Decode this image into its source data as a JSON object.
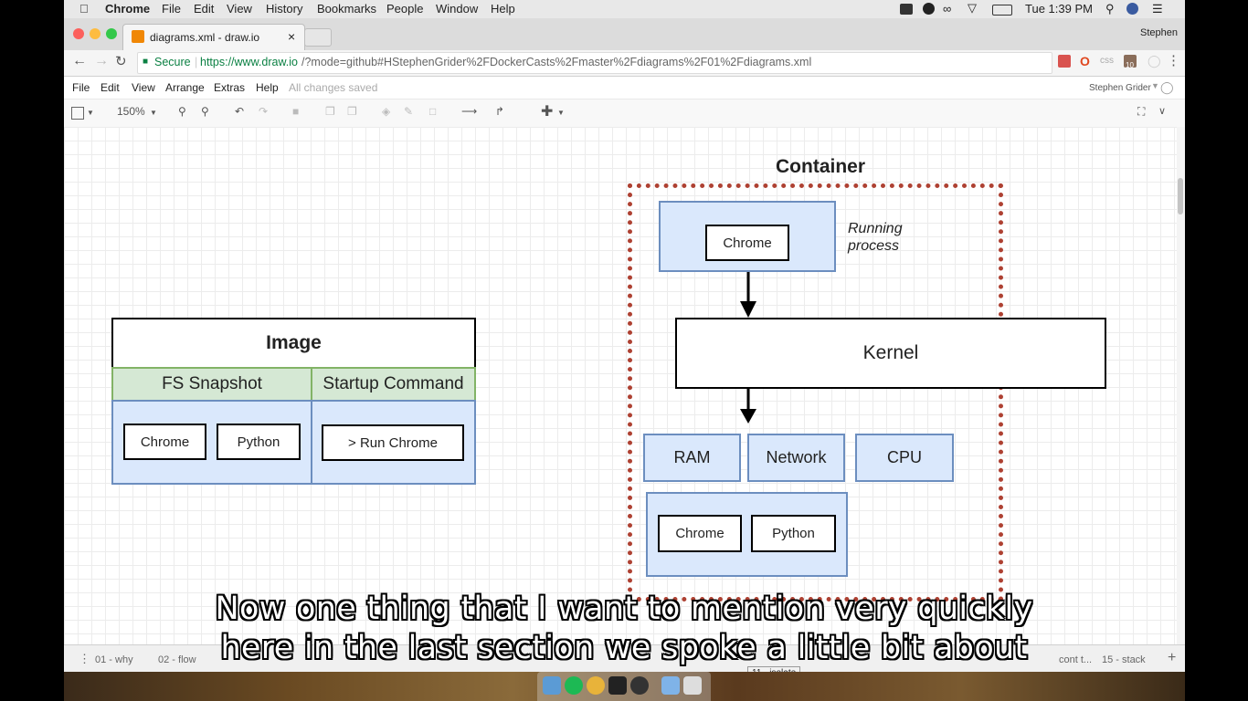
{
  "menubar": {
    "apple": "",
    "app": "Chrome",
    "items": [
      "File",
      "Edit",
      "View",
      "History",
      "Bookmarks",
      "People",
      "Window",
      "Help"
    ],
    "clock": "Tue 1:39 PM"
  },
  "browser": {
    "tab_title": "diagrams.xml - draw.io",
    "tab_close": "×",
    "profile": "Stephen",
    "secure_label": "Secure",
    "url_host": "https://www.draw.io",
    "url_path": "/?mode=github#HStephenGrider%2FDockerCasts%2Fmaster%2Fdiagrams%2F01%2Fdiagrams.xml",
    "ext_badge": "10",
    "ext_css": "css"
  },
  "drawio": {
    "menu": [
      "File",
      "Edit",
      "View",
      "Arrange",
      "Extras",
      "Help"
    ],
    "save_status": "All changes saved",
    "user": "Stephen Grider",
    "zoom": "150%"
  },
  "diagram": {
    "image_title": "Image",
    "fs_snapshot": "FS Snapshot",
    "startup_command": "Startup Command",
    "fs_items": [
      "Chrome",
      "Python"
    ],
    "startup_item": "> Run Chrome",
    "container_title": "Container",
    "running_process": [
      "Running",
      "process"
    ],
    "process_item": "Chrome",
    "kernel": "Kernel",
    "resources": [
      "RAM",
      "Network",
      "CPU"
    ],
    "container_items": [
      "Chrome",
      "Python"
    ]
  },
  "pages": {
    "tabs": [
      "01 - why",
      "02 - flow",
      "cont t...",
      "15 - stack"
    ],
    "tooltip": "11 - isolate",
    "add": "+"
  },
  "subtitles": [
    "Now one thing that I want to mention very quickly",
    "here in the last section we spoke a little bit about"
  ],
  "colors": {
    "blue_fill": "#dae8fc",
    "blue_stroke": "#6c8ebf",
    "green_fill": "#d5e8d4",
    "green_stroke": "#82b366",
    "container_dash": "#ae4132"
  }
}
